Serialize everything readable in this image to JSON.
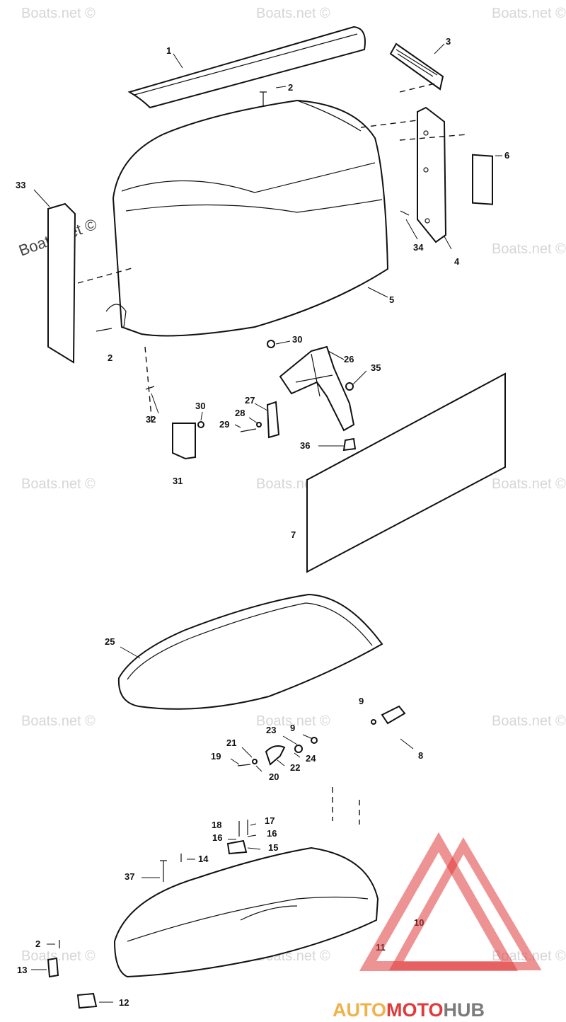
{
  "watermark": {
    "text": "Boats.net ©",
    "color": "#d6d6d6"
  },
  "brand": {
    "part1": "AUTO",
    "part2": "MOTO",
    "part3": "HUB",
    "colors": {
      "auto": "#f0b24a",
      "moto": "#e03a3a",
      "hub": "#7b7b7b",
      "triangle": "#e03a3a"
    }
  },
  "callouts": {
    "c1": "1",
    "c2a": "2",
    "c3": "3",
    "c6": "6",
    "c33": "33",
    "c34": "34",
    "c4": "4",
    "c5": "5",
    "c2b": "2",
    "c30a": "30",
    "c26": "26",
    "c35": "35",
    "c27": "27",
    "c30b": "30",
    "c28": "28",
    "c29": "29",
    "c32": "32",
    "c36": "36",
    "c31": "31",
    "c7": "7",
    "c25": "25",
    "c9a": "9",
    "c23": "23",
    "c9b": "9",
    "c21": "21",
    "c19": "19",
    "c24": "24",
    "c22": "22",
    "c20": "20",
    "c8": "8",
    "c18": "18",
    "c17": "17",
    "c16a": "16",
    "c16b": "16",
    "c15": "15",
    "c14": "14",
    "c37": "37",
    "c10": "10",
    "c11": "11",
    "c2c": "2",
    "c13": "13",
    "c12": "12"
  }
}
